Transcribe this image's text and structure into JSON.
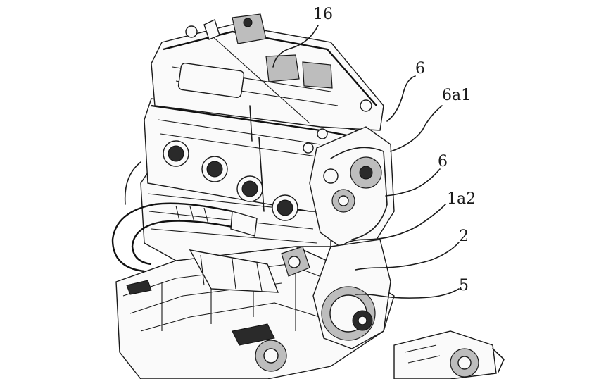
{
  "labels": {
    "ref_16": "16",
    "ref_6_upper": "6",
    "ref_6a1": "6a1",
    "ref_6_lower": "6",
    "ref_1a2": "1a2",
    "ref_2": "2",
    "ref_5": "5"
  }
}
